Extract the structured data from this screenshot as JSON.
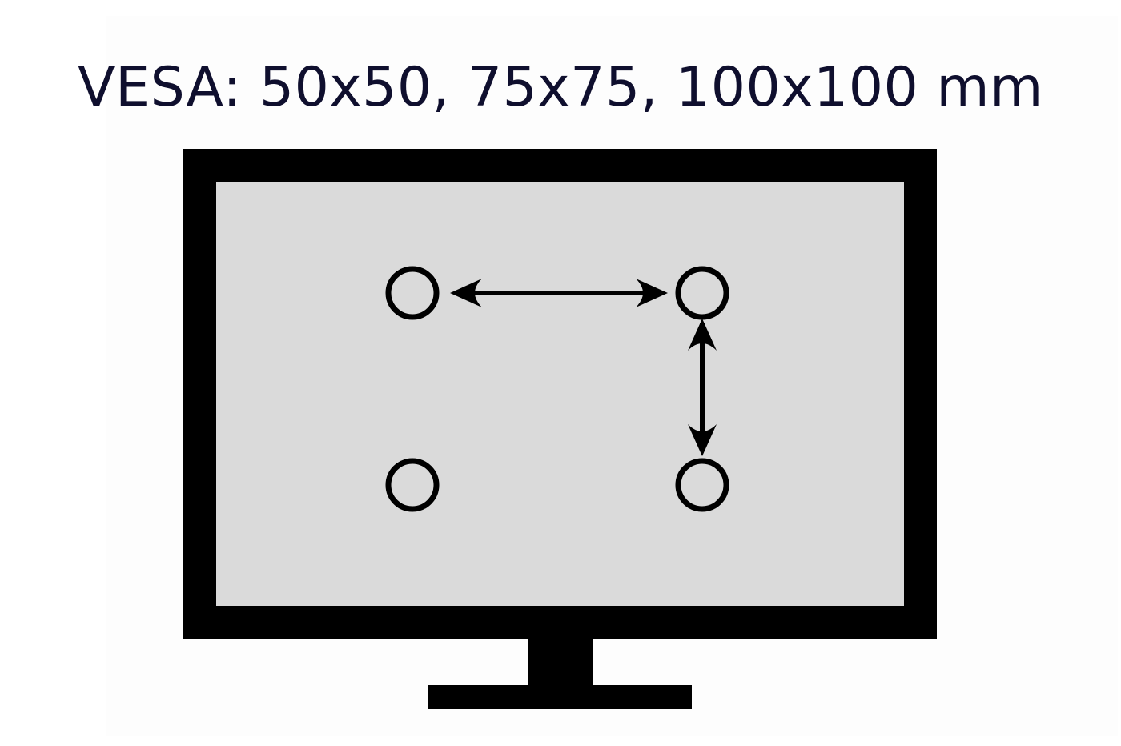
{
  "title": "VESA: 50x50, 75x75, 100x100 mm",
  "colors": {
    "title_text": "#0f0f2e",
    "monitor_frame": "#000000",
    "screen": "#dadada",
    "holes": "#000000",
    "arrows": "#000000"
  },
  "icons": {
    "monitor": "monitor-icon",
    "mount_hole": "circle-outline",
    "horizontal_spacing": "double-arrow-horizontal",
    "vertical_spacing": "double-arrow-vertical"
  }
}
